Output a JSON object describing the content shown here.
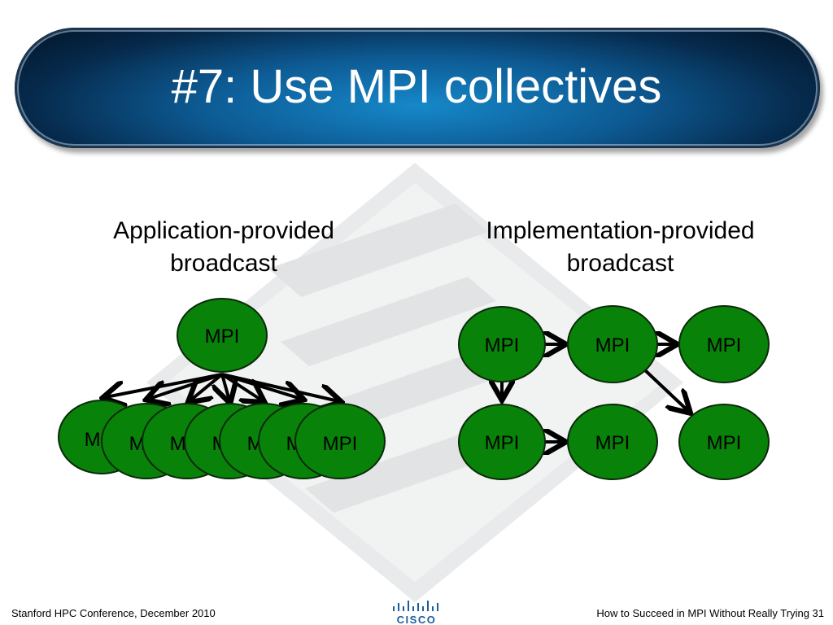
{
  "slide": {
    "title": "#7: Use MPI collectives"
  },
  "left_panel": {
    "heading": "Application-provided\nbroadcast",
    "root_label": "MPI",
    "leaf_label": "MPI",
    "leaf_count": 7
  },
  "right_panel": {
    "heading": "Implementation-provided\nbroadcast",
    "node_label": "MPI",
    "node_count": 6
  },
  "colors": {
    "node_fill": "#098209",
    "node_stroke": "#0a2a0a",
    "title_bar": "#0d5a93",
    "arrow": "#000000"
  },
  "footer": {
    "left": "Stanford HPC Conference, December 2010",
    "right": "How to Succeed in MPI Without Really Trying 31",
    "logo_text": "CISCO"
  }
}
